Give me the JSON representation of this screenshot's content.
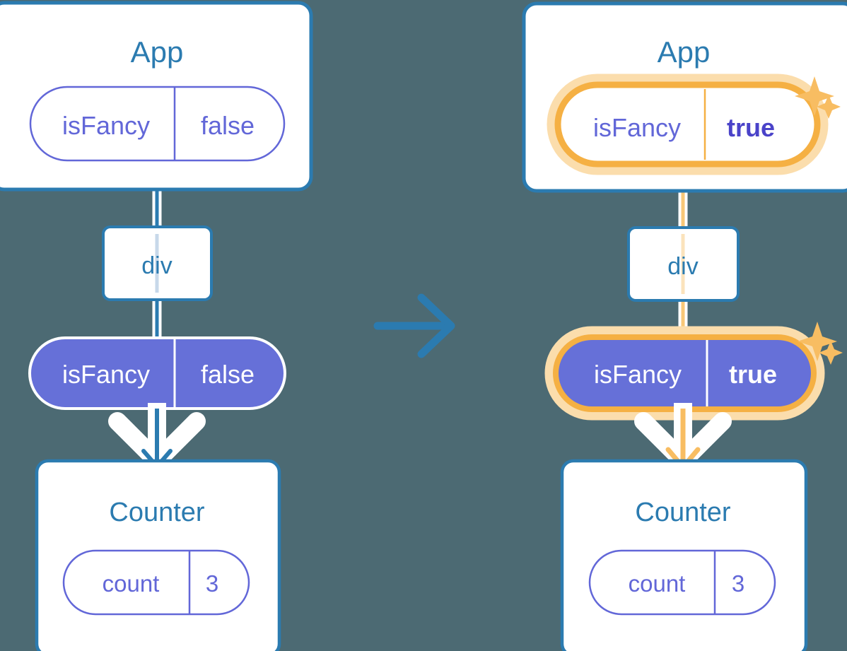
{
  "meta": {
    "kind": "react-state-propagation-diagram",
    "background_color": "#4c6a73",
    "accent_blue": "#2b7bb0",
    "accent_purple": "#6267d8",
    "accent_purple_fill": "#6670d8",
    "accent_orange": "#f5b043",
    "accent_orange_glow": "#fbddac",
    "white": "#ffffff"
  },
  "panels": [
    {
      "id": "before",
      "app": {
        "title": "App",
        "state": {
          "key": "isFancy",
          "value": "false",
          "highlighted": false,
          "value_bold": false
        }
      },
      "div": {
        "title": "div"
      },
      "prop_pill": {
        "key": "isFancy",
        "value": "false",
        "highlighted": false,
        "value_bold": false
      },
      "counter": {
        "title": "Counter",
        "state": {
          "key": "count",
          "value": "3",
          "highlighted": false
        }
      },
      "sparkles": false,
      "wire_color": "#2b7bb0",
      "arrow_color": "#2b7bb0"
    },
    {
      "id": "after",
      "app": {
        "title": "App",
        "state": {
          "key": "isFancy",
          "value": "true",
          "highlighted": true,
          "value_bold": true
        }
      },
      "div": {
        "title": "div"
      },
      "prop_pill": {
        "key": "isFancy",
        "value": "true",
        "highlighted": true,
        "value_bold": true
      },
      "counter": {
        "title": "Counter",
        "state": {
          "key": "count",
          "value": "3",
          "highlighted": false
        }
      },
      "sparkles": true,
      "wire_color": "#f5b043",
      "arrow_color": "#f5b043"
    }
  ],
  "transition": {
    "icon": "arrow-right-icon",
    "color": "#2b7bb0"
  }
}
